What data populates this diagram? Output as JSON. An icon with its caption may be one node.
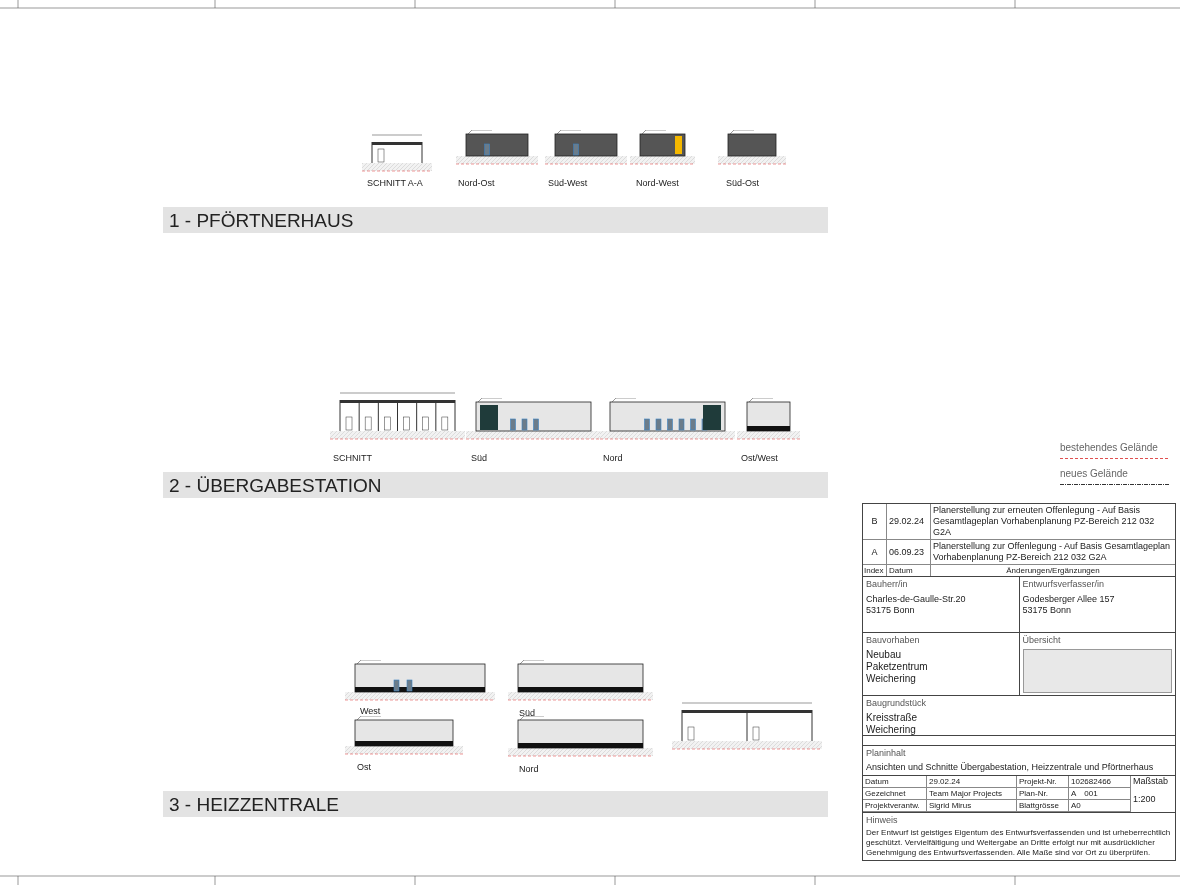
{
  "diagram": {
    "labels": [
      "SCHNITT A-A",
      "Nord-Ost",
      "Süd-West",
      "Nord-West",
      "Süd-Ost",
      "1 - PFÖRTNERHAUS",
      "SCHNITT",
      "Süd",
      "Nord",
      "Ost/West",
      "2 - ÜBERGABESTATION",
      "West",
      "Süd",
      "Ost",
      "Nord",
      "3 - HEIZZENTRALE",
      "B",
      "29.02.24",
      "Planerstellung zur erneuten Offenlegung - Auf Basis Gesamtlageplan Vorhabenplanung PZ-Bereich 212 032 G2A",
      "A",
      "06.09.23",
      "Planerstellung zur Offenlegung - Auf Basis Gesamtlageplan Vorhabenplanung PZ-Bereich 212 032 G2A",
      "Index",
      "Datum",
      "Änderungen/Ergänzungen",
      "Bauherr/in",
      "Charles-de-Gaulle-Str.20",
      "53175 Bonn",
      "Entwurfsverfasser/in",
      "Godesberger Allee 157",
      "53175 Bonn",
      "Bauvorhaben",
      "Neubau Paketzentrum Weichering",
      "Übersicht",
      "Baugrundstück",
      "Kreisstraße Weichering",
      "Planinhalt",
      "Ansichten und Schnitte Übergabestation, Heizzentrale und Pförtnerhaus",
      "Datum",
      "29.02.24",
      "Projekt-Nr.",
      "102682466",
      "Maßstab",
      "Gezeichnet",
      "Team Major Projects",
      "Plan-Nr.",
      "A",
      "001",
      "1:200",
      "Projektverantw.",
      "Sigrid Mirus",
      "Blattgrösse",
      "A0",
      "Hinweis",
      "Der Entwurf ist geistiges Eigentum des Entwurfsverfassenden und ist urheberrechtlich geschützt. Vervielfältigung und Weitergabe an Dritte erfolgt nur mit ausdrücklicher Genehmigung des Entwurfsverfassenden. Alle Maße sind vor Ort zu überprüfen."
    ],
    "legend": [
      {
        "text": "bestehendes Gelände"
      },
      {
        "text": "neues Gelände"
      }
    ]
  }
}
